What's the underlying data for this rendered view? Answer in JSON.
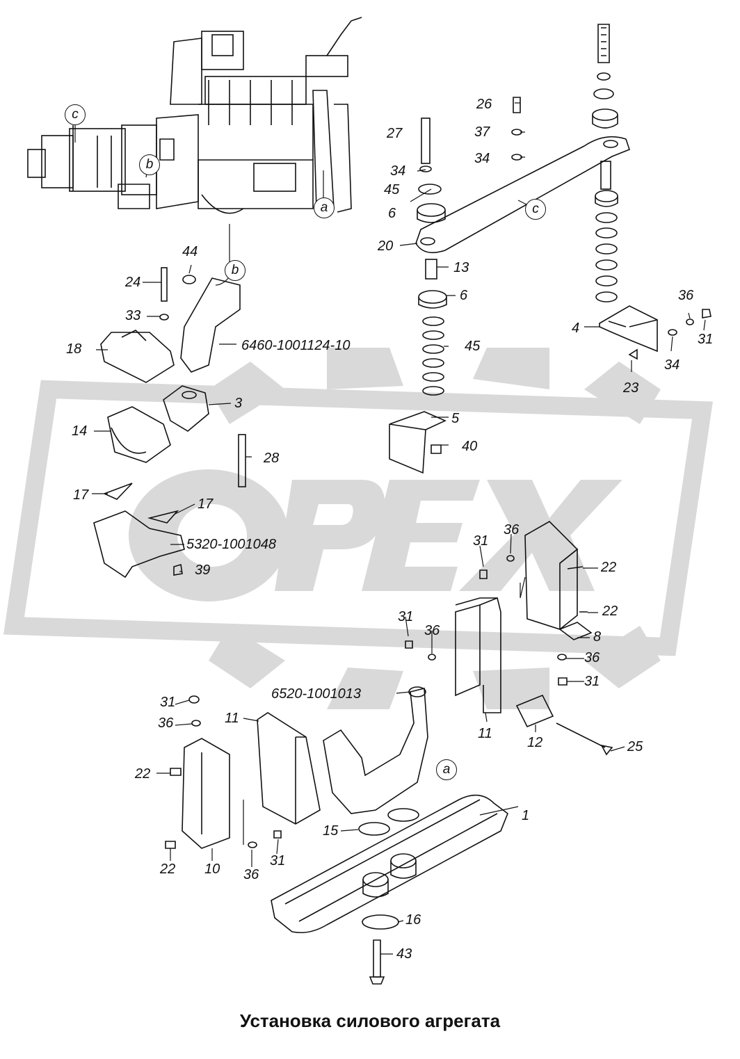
{
  "caption": "Установка силового агрегата",
  "watermark": {
    "text": "OPEX",
    "color": "#d8d8d8"
  },
  "colors": {
    "line": "#111111",
    "watermark": "#d6d6d6",
    "background": "#ffffff"
  },
  "view_refs": {
    "a": "a",
    "b": "b",
    "c": "c"
  },
  "labels": {
    "n1": "1",
    "n3": "3",
    "n4": "4",
    "n5": "5",
    "n6a": "6",
    "n6b": "6",
    "n8": "8",
    "n10": "10",
    "n11a": "11",
    "n11b": "11",
    "n12": "12",
    "n13": "13",
    "n14": "14",
    "n15": "15",
    "n16": "16",
    "n17a": "17",
    "n17b": "17",
    "n18": "18",
    "n20": "20",
    "n22a": "22",
    "n22b": "22",
    "n22c": "22",
    "n22d": "22",
    "n23": "23",
    "n24": "24",
    "n25": "25",
    "n26": "26",
    "n27": "27",
    "n28": "28",
    "n31a": "31",
    "n31b": "31",
    "n31c": "31",
    "n31d": "31",
    "n31e": "31",
    "n31f": "31",
    "n33": "33",
    "n34a": "34",
    "n34b": "34",
    "n34c": "34",
    "n36a": "36",
    "n36b": "36",
    "n36c": "36",
    "n36d": "36",
    "n36e": "36",
    "n36f": "36",
    "n37": "37",
    "n39": "39",
    "n40": "40",
    "n43": "43",
    "n44": "44",
    "n45a": "45",
    "n45b": "45",
    "pn_6460": "6460-1001124-10",
    "pn_5320": "5320-1001048",
    "pn_6520": "6520-1001013"
  }
}
